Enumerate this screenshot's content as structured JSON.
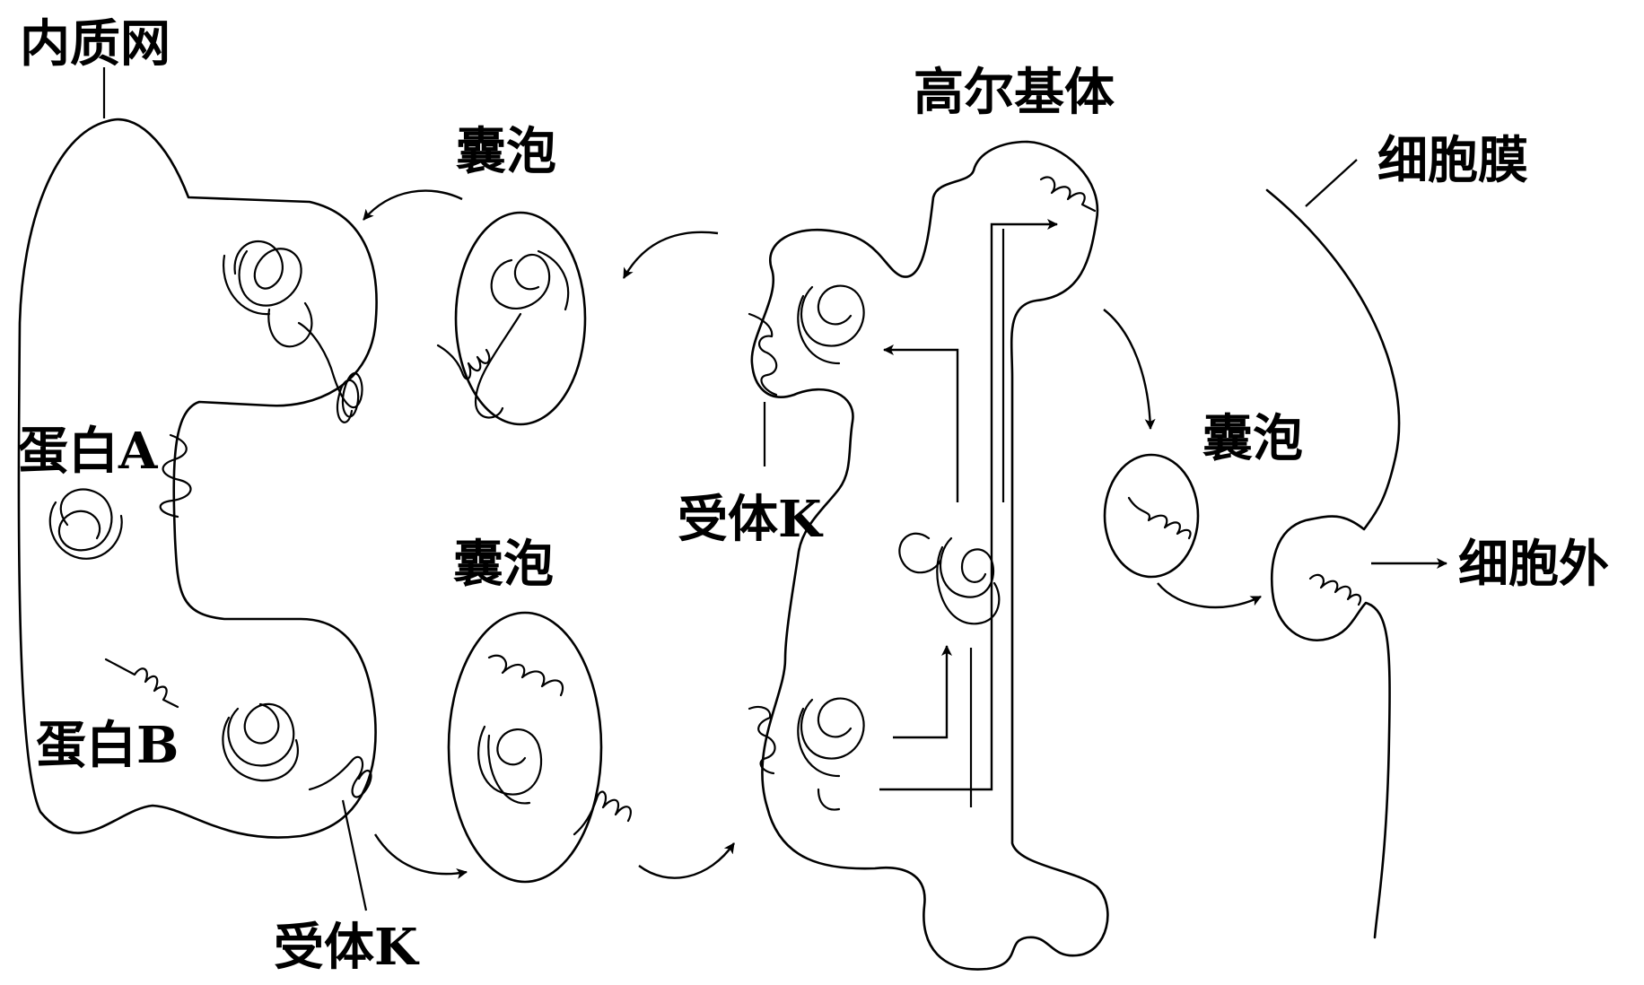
{
  "labels": {
    "er": "内质网",
    "golgi": "高尔基体",
    "membrane": "细胞膜",
    "vesicle_top": "囊泡",
    "vesicle_bottom": "囊泡",
    "vesicle_right": "囊泡",
    "protein_a": "蛋白A",
    "protein_b": "蛋白B",
    "receptor_k_bottom": "受体K",
    "receptor_k_golgi": "受体K",
    "outside_cell": "细胞外"
  },
  "colors": {
    "stroke": "#000000",
    "background": "#ffffff"
  }
}
